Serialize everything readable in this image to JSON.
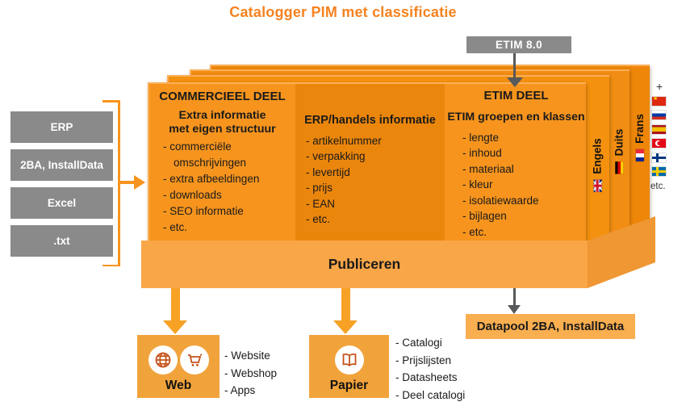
{
  "title": "Catalogger PIM met classificatie",
  "etim_badge": "ETIM 8.0",
  "palette": {
    "title_orange": "#F5821F",
    "panel_orange": "#F6941E",
    "panel_dark_orange": "#EB860C",
    "platform_orange": "#F8A647",
    "output_box_orange": "#F1A33B",
    "datapool_orange": "#F9AE4F",
    "gray_box": "#8A8A8A",
    "arrow_gray": "#58595B",
    "icon_rust": "#C5521A"
  },
  "sources": [
    "ERP",
    "2BA, InstallData",
    "Excel",
    ".txt"
  ],
  "panels": {
    "commercial": {
      "header": "COMMERCIEEL DEEL",
      "subheader": [
        "Extra informatie",
        "met eigen structuur"
      ],
      "items": [
        "- commerciële omschrijvingen",
        "- extra afbeeldingen",
        "- downloads",
        "- SEO informatie",
        "- etc."
      ]
    },
    "erp": {
      "header": "ERP/handels informatie",
      "items": [
        "- artikelnummer",
        "- verpakking",
        "- levertijd",
        "- prijs",
        "- EAN",
        "- etc."
      ]
    },
    "etim": {
      "header": "ETIM DEEL",
      "subheader": "ETIM groepen en klassen",
      "items": [
        "- lengte",
        "- inhoud",
        "- materiaal",
        "- kleur",
        "- isolatiewaarde",
        "- bijlagen",
        "- etc."
      ]
    }
  },
  "language_tabs": [
    {
      "label": "Engels",
      "flag": "uk-flag"
    },
    {
      "label": "Duits",
      "flag": "germany-flag"
    },
    {
      "label": "Frans",
      "flag": "france-flag"
    }
  ],
  "more_languages": {
    "plus": "+",
    "flags": [
      "china-flag",
      "russia-flag",
      "spain-flag",
      "turkey-flag",
      "finland-flag",
      "sweden-flag"
    ],
    "etc_label": "etc."
  },
  "publish_bar": "Publiceren",
  "outputs": {
    "web": {
      "label": "Web",
      "icons": [
        "globe-icon",
        "cart-icon"
      ],
      "items": [
        "- Website",
        "- Webshop",
        "- Apps"
      ]
    },
    "paper": {
      "label": "Papier",
      "icons": [
        "book-icon"
      ],
      "items": [
        "- Catalogi",
        "- Prijslijsten",
        "- Datasheets",
        "- Deel catalogi"
      ]
    },
    "datapool": {
      "label": "Datapool 2BA, InstallData"
    }
  }
}
